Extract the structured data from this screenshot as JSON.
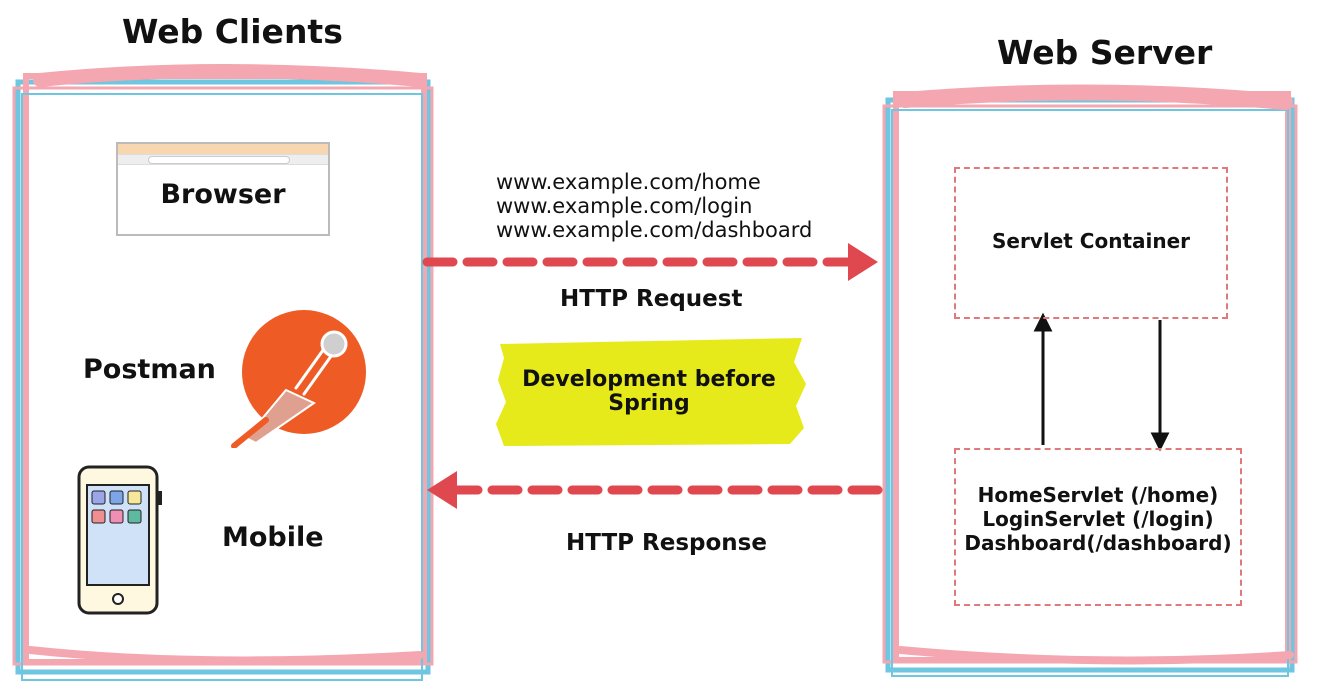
{
  "clients": {
    "title": "Web Clients",
    "browser_label": "Browser",
    "postman_label": "Postman",
    "mobile_label": "Mobile"
  },
  "server": {
    "title": "Web Server",
    "container_label": "Servlet Container",
    "servlets": [
      "HomeServlet (/home)",
      "LoginServlet (/login)",
      "Dashboard(/dashboard)"
    ]
  },
  "request": {
    "urls": [
      "www.example.com/home",
      "www.example.com/login",
      "www.example.com/dashboard"
    ],
    "label": "HTTP Request"
  },
  "response": {
    "label": "HTTP Response"
  },
  "center_note": {
    "line1": "Development before",
    "line2": "Spring"
  },
  "colors": {
    "frame_pink": "#f4a7b0",
    "frame_blue": "#6ec6e0",
    "arrow_red": "#e0484f",
    "highlight_yellow": "#e6ea1a",
    "postman_orange": "#ef5b25"
  }
}
